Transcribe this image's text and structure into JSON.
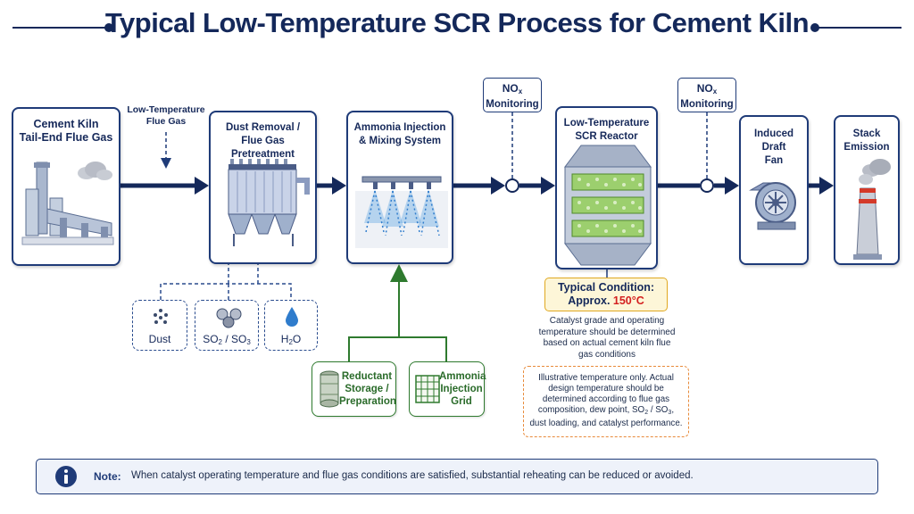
{
  "title": "Typical Low-Temperature SCR Process for Cement Kiln",
  "stages": {
    "kiln": [
      "Cement Kiln",
      "Tail-End Flue Gas"
    ],
    "flue_gas_input": [
      "Low-Temperature",
      "Flue Gas"
    ],
    "dust_removal": [
      "Dust Removal /",
      "Flue Gas Pretreatment"
    ],
    "ammonia": [
      "Ammonia Injection",
      "& Mixing System"
    ],
    "reactor": [
      "Low-Temperature",
      "SCR Reactor"
    ],
    "fan": [
      "Induced Draft",
      "Fan"
    ],
    "stack": [
      "Stack",
      "Emission"
    ]
  },
  "monitoring": {
    "prefix": "NO",
    "sub": "x",
    "label": "Monitoring"
  },
  "pollutants": {
    "dust": "Dust",
    "so2_base": "SO",
    "so2_sub": "2",
    "sep": " / ",
    "so3_base": "SO",
    "so3_sub": "3",
    "h2o_h": "H",
    "h2o_sub": "2",
    "h2o_o": "O"
  },
  "reductant": {
    "storage": [
      "Reductant",
      "Storage /",
      "Preparation"
    ],
    "grid": [
      "Ammonia",
      "Injection",
      "Grid"
    ]
  },
  "condition": {
    "line1": "Typical Condition:",
    "line2_prefix": "Approx. ",
    "temp": "150°C"
  },
  "catalyst_note": [
    "Catalyst grade and operating",
    "temperature should be determined",
    "based on actual cement kiln flue",
    "gas conditions"
  ],
  "illustrative_note": {
    "l1": "Illustrative temperature only. Actual",
    "l2": "design temperature should be",
    "l3": "determined according to flue gas",
    "l4a": "composition, dew point, SO",
    "l4s1": "2",
    "l4b": " / SO",
    "l4s2": "3",
    "l4c": ",",
    "l5": "dust loading, and catalyst performance."
  },
  "note": {
    "label": "Note:",
    "text": "When catalyst operating temperature and flue gas conditions are satisfied, substantial reheating can be reduced or avoided."
  },
  "colors": {
    "navy": "#1f3b78",
    "title": "#14285a",
    "green": "#2e7a2e",
    "orange": "#e88a3a",
    "red": "#d42020"
  }
}
